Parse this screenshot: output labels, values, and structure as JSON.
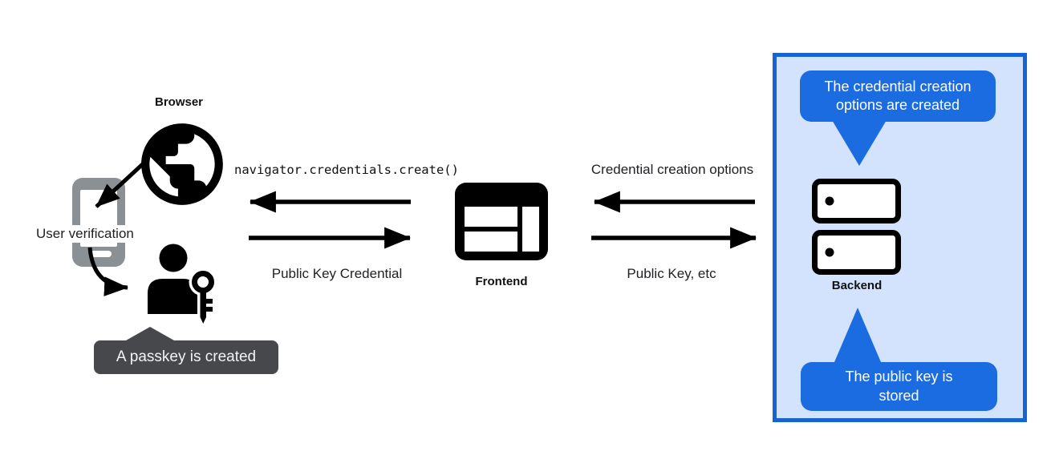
{
  "browser_section": {
    "title": "Browser",
    "user_verification_label": "User verification",
    "passkey_tooltip": "A passkey is created"
  },
  "frontend_section": {
    "title": "Frontend"
  },
  "backend_section": {
    "title": "Backend",
    "top_tooltip": "The credential creation options are created",
    "bottom_tooltip": "The public key is stored"
  },
  "messages": {
    "create_call": "navigator.credentials.create()",
    "public_key_credential": "Public Key Credential",
    "credential_creation_options": "Credential creation options",
    "public_key_etc": "Public Key, etc"
  },
  "icons": {
    "globe": "globe-icon",
    "smartphone": "smartphone-icon",
    "person_key": "person-with-key-icon",
    "frontend_window": "browser-window-icon",
    "backend_servers": "server-stack-icon"
  },
  "colors": {
    "panel_bg": "#d3e3fd",
    "panel_border": "#1663d2",
    "tooltip_blue": "#1b6ce1",
    "tooltip_dark": "#46484b",
    "phone_gray": "#8b9095",
    "arrow_black": "#000000",
    "text": "#202124"
  }
}
